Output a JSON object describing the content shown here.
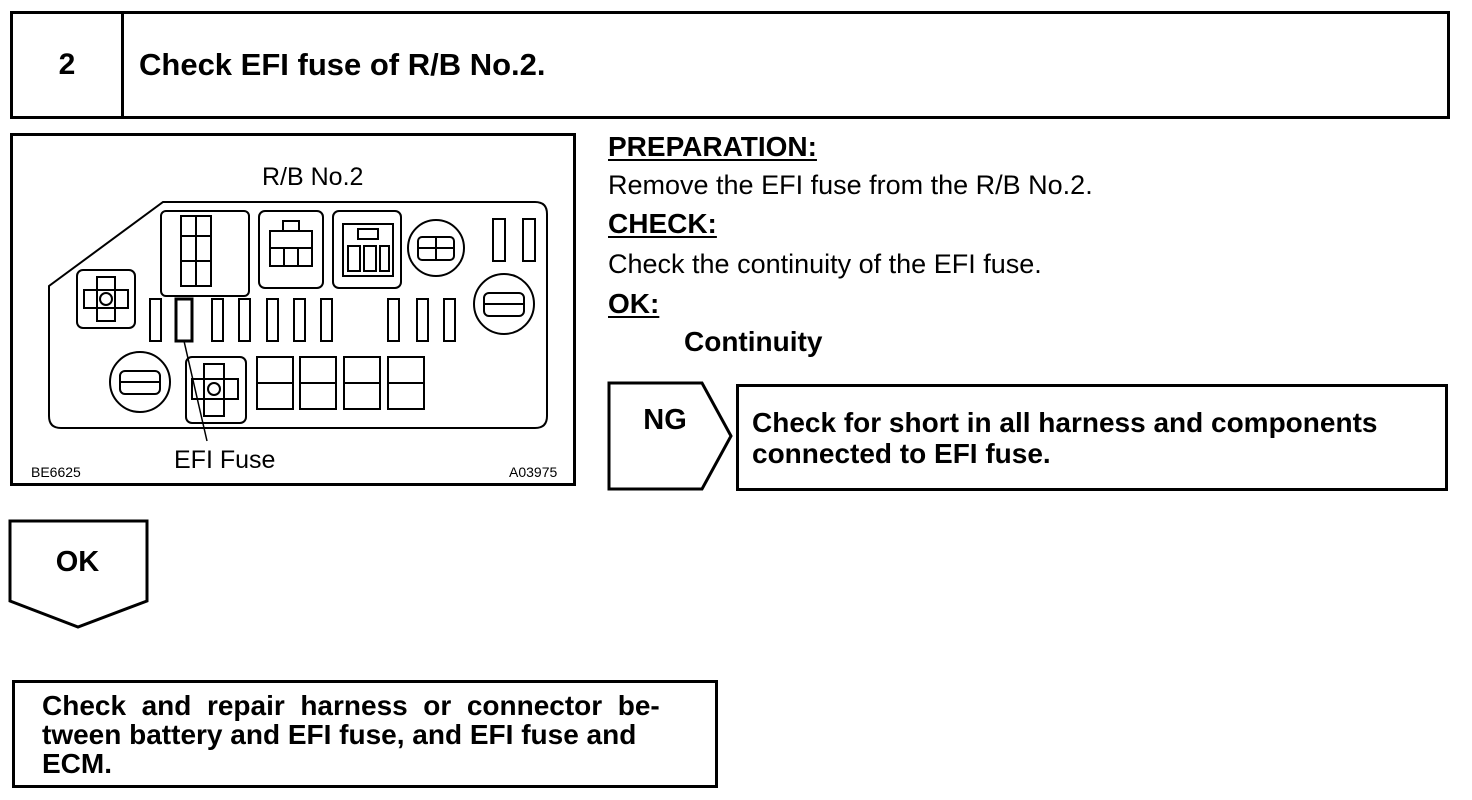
{
  "header": {
    "step": "2",
    "title": "Check EFI fuse of R/B No.2."
  },
  "figure": {
    "title": "R/B No.2",
    "fuse_label": "EFI Fuse",
    "code_left": "BE6625",
    "code_right": "A03975"
  },
  "instructions": {
    "preparation_label": "PREPARATION:",
    "preparation_text": "Remove the EFI fuse from the R/B No.2.",
    "check_label": "CHECK:",
    "check_text": "Check the continuity of the EFI fuse.",
    "ok_label": "OK:",
    "ok_value": "Continuity"
  },
  "ng_branch": {
    "label": "NG",
    "result_lines": [
      "Check for short in all harness and components",
      "connected to EFI fuse."
    ]
  },
  "ok_branch": {
    "label": "OK",
    "result_lines": [
      "Check  and  repair  harness  or  connector  be-",
      "tween battery and EFI fuse, and EFI fuse and",
      "ECM."
    ]
  }
}
